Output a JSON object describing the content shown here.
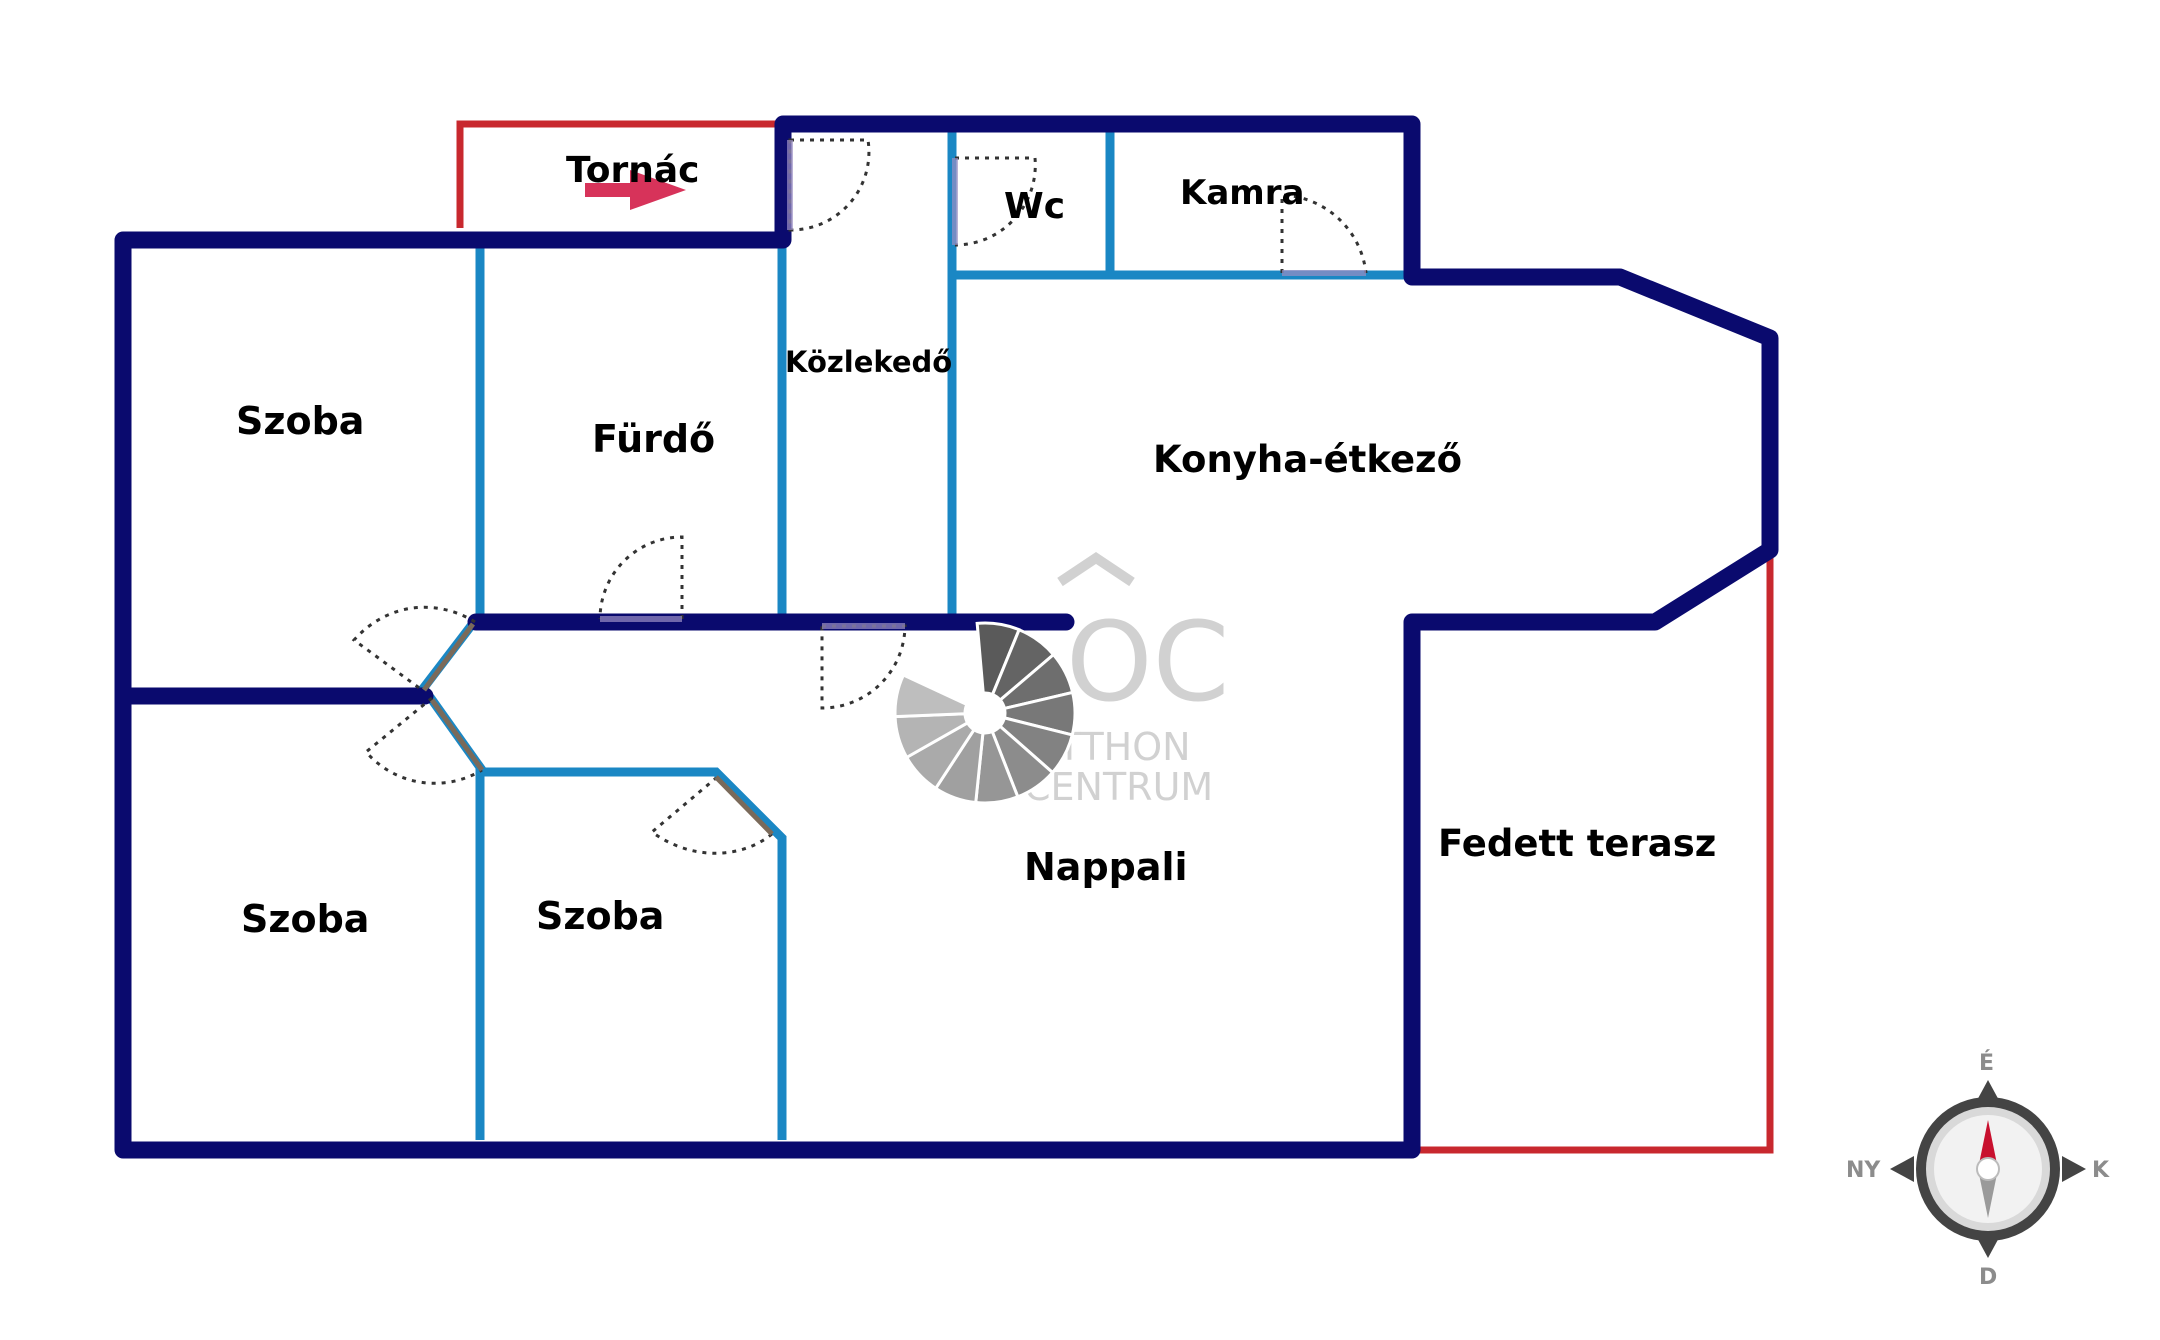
{
  "rooms": {
    "tornac": "Tornác",
    "wc": "Wc",
    "kamra": "Kamra",
    "kozlekedo": "Közlekedő",
    "szoba_top": "Szoba",
    "furdo": "Fürdő",
    "konyha": "Konyha-étkező",
    "fedett_terasz": "Fedett terasz",
    "nappali": "Nappali",
    "szoba_bottom_left": "Szoba",
    "szoba_bottom_mid": "Szoba"
  },
  "watermark": {
    "logo": "OC",
    "line1": "OTTHON",
    "line2": "CENTRUM"
  },
  "compass": {
    "north": "É",
    "east": "K",
    "south": "D",
    "west": "NY"
  },
  "colors": {
    "outer_wall": "#0a0a6e",
    "inner_wall": "#1a87c4",
    "terrace_outline": "#c8282e",
    "arrow": "#d7335a",
    "compass_needle": "#c8102e"
  }
}
